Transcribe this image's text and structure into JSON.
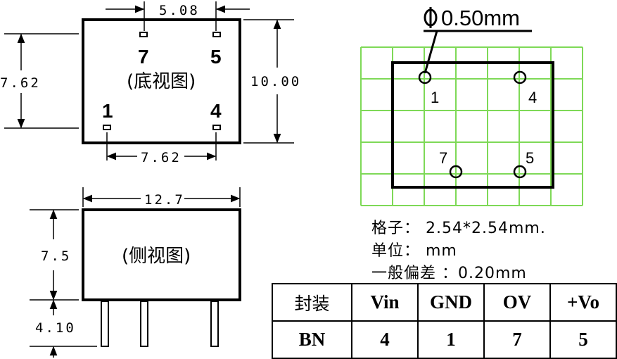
{
  "bottom_view": {
    "label": "(底视图)",
    "dim_top": "5.08",
    "dim_left": "7.62",
    "dim_right": "10.00",
    "dim_bottom": "7.62",
    "pins": {
      "top_left": "7",
      "top_right": "5",
      "bottom_left": "1",
      "bottom_right": "4"
    }
  },
  "side_view": {
    "label": "(侧视图)",
    "dim_width": "12.7",
    "dim_height": "7.5",
    "dim_pin_length": "4.10"
  },
  "grid_view": {
    "hole_diameter": "0.50mm",
    "pins": {
      "top_left": "1",
      "top_right": "4",
      "bottom_left": "7",
      "bottom_right": "5"
    },
    "grid_color": "#7ed957"
  },
  "specs": {
    "grid": "格子： 2.54*2.54mm.",
    "unit": "单位： mm",
    "tolerance": "一般偏差 ：0.20mm"
  },
  "pin_table": {
    "headers": [
      "封装",
      "Vin",
      "GND",
      "OV",
      "+Vo"
    ],
    "row": [
      "BN",
      "4",
      "1",
      "7",
      "5"
    ]
  }
}
